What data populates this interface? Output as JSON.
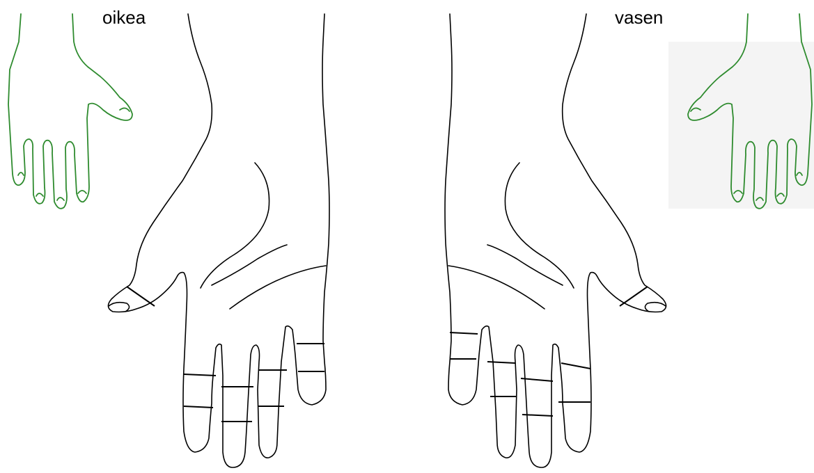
{
  "labels": {
    "right_hand": "oikea",
    "left_hand": "vasen"
  },
  "colors": {
    "outline": "#000000",
    "reference_hand": "#2e8b2e",
    "background": "#ffffff"
  },
  "figures": [
    {
      "name": "right-hand-reference-icon"
    },
    {
      "name": "right-hand-palm-outline"
    },
    {
      "name": "left-hand-palm-outline"
    },
    {
      "name": "left-hand-reference-icon"
    }
  ]
}
